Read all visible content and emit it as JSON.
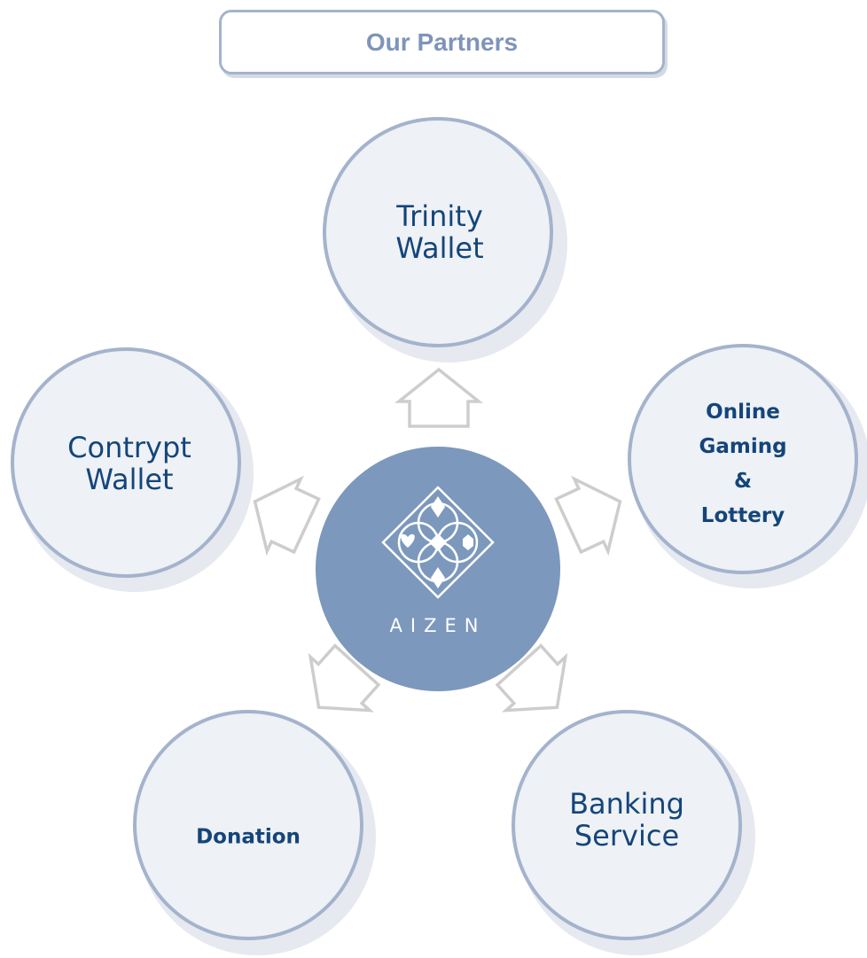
{
  "header": {
    "title": "Our Partners"
  },
  "center": {
    "brand": "AIZEN"
  },
  "partners": [
    {
      "label": "Trinity\nWallet"
    },
    {
      "label": "Online\nGaming\n&\nLottery"
    },
    {
      "label": "Banking\nService"
    },
    {
      "label": "Donation"
    },
    {
      "label": "Contrypt\nWallet"
    }
  ],
  "colors": {
    "partner_fill": "#eef1f5",
    "partner_border": "#a4b3cd",
    "center_fill": "#7c98bc",
    "arrow_stroke": "#cdcdcd",
    "label_text": "#14457a",
    "title_text": "#7e94b9"
  }
}
